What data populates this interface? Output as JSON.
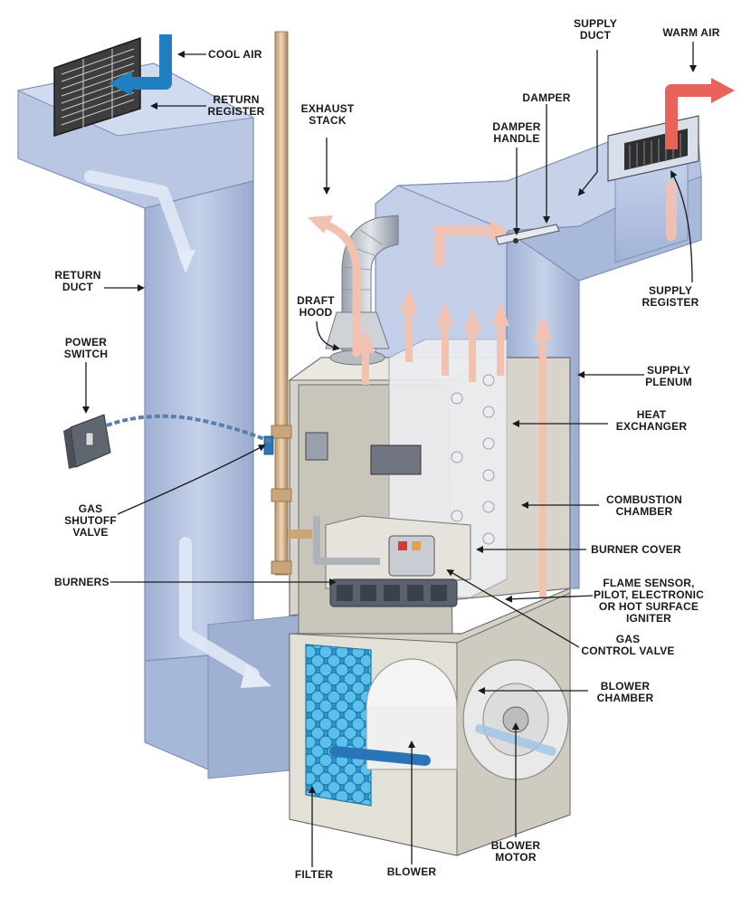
{
  "labels": {
    "cool_air": "COOL AIR",
    "return_register": "RETURN\nREGISTER",
    "exhaust_stack": "EXHAUST\nSTACK",
    "supply_duct": "SUPPLY\nDUCT",
    "warm_air": "WARM AIR",
    "damper": "DAMPER",
    "damper_handle": "DAMPER\nHANDLE",
    "return_duct": "RETURN\nDUCT",
    "supply_register": "SUPPLY\nREGISTER",
    "draft_hood": "DRAFT\nHOOD",
    "power_switch": "POWER\nSWITCH",
    "supply_plenum": "SUPPLY\nPLENUM",
    "heat_exchanger": "HEAT\nEXCHANGER",
    "gas_shutoff_valve": "GAS\nSHUTOFF\nVALVE",
    "combustion_chamber": "COMBUSTION\nCHAMBER",
    "burner_cover": "BURNER COVER",
    "burners": "BURNERS",
    "flame_sensor": "FLAME SENSOR,\nPILOT, ELECTRONIC\nOR HOT SURFACE\nIGNITER",
    "gas_control_valve": "GAS\nCONTROL VALVE",
    "blower_chamber": "BLOWER\nCHAMBER",
    "filter": "FILTER",
    "blower": "BLOWER",
    "blower_motor": "BLOWER\nMOTOR"
  },
  "colors": {
    "duct": "#b9c6e0",
    "duct_dark": "#8e9fc4",
    "cabinet": "#d9d6cf",
    "cool_air_arrow": "#1f7fc1",
    "warm_air_arrow": "#e8645a",
    "filter": "#3aa7d8",
    "pipe": "#d6b48c",
    "ink": "#1a1a1a"
  }
}
